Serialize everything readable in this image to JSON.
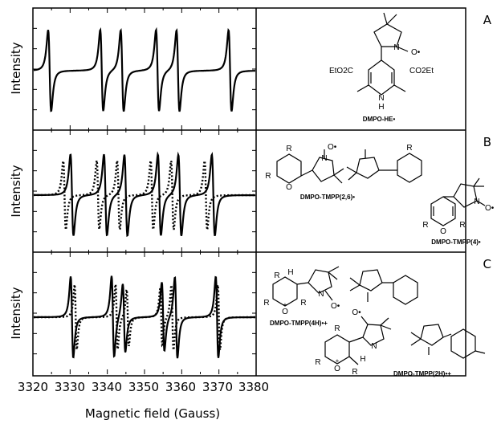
{
  "chart_data": {
    "type": "line",
    "xlabel": "Magnetic field (Gauss)",
    "xlim": [
      3320,
      3380
    ],
    "x_ticks": [
      "3320",
      "3330",
      "3340",
      "3350",
      "3360",
      "3370",
      "3380"
    ],
    "grid": false,
    "panels": [
      {
        "letter": "A",
        "ylabel": "Intensity",
        "series": [
          {
            "style": "solid",
            "centers": [
              3324.5,
              3338.5,
              3344.0,
              3353.5,
              3359.0,
              3373.0
            ],
            "amplitudes": [
              1,
              1,
              1,
              1,
              1,
              1
            ],
            "half_width": 0.7
          }
        ],
        "compounds": [
          {
            "name": "DMPO-HE•",
            "substituents": [
              "EtO2C",
              "CO2Et",
              "N",
              "H",
              "N",
              "O•"
            ]
          }
        ]
      },
      {
        "letter": "B",
        "ylabel": "Intensity",
        "series": [
          {
            "style": "solid",
            "centers": [
              3330.5,
              3339.5,
              3345.0,
              3354.0,
              3359.5,
              3368.5
            ],
            "amplitudes": [
              1,
              1,
              1,
              1,
              1,
              1
            ],
            "half_width": 0.7
          },
          {
            "style": "dotted",
            "centers": [
              3328.5,
              3337.5,
              3343.0,
              3352.0,
              3357.5,
              3366.5
            ],
            "amplitudes": [
              0.85,
              0.85,
              0.85,
              0.85,
              0.85,
              0.85
            ],
            "half_width": 0.6
          }
        ],
        "compounds": [
          {
            "name": "DMPO-TMPP(2,6)•",
            "substituents": [
              "R",
              "R",
              "R",
              "O",
              "N",
              "O•"
            ]
          },
          {
            "name": "DMPO-TMPP(4)•",
            "substituents": [
              "R",
              "R",
              "O",
              "N",
              "O•"
            ]
          }
        ]
      },
      {
        "letter": "C",
        "ylabel": "Intensity",
        "series": [
          {
            "style": "solid",
            "centers": [
              3330.5,
              3341.5,
              3344.5,
              3355.0,
              3358.5,
              3369.5
            ],
            "amplitudes": [
              1,
              1,
              0.85,
              0.85,
              1,
              1
            ],
            "half_width": 0.6
          },
          {
            "style": "dotted",
            "centers": [
              3331.5,
              3342.5,
              3345.5,
              3354.5,
              3357.5,
              3370.0
            ],
            "amplitudes": [
              0.8,
              0.8,
              0.7,
              0.7,
              0.8,
              0.8
            ],
            "half_width": 0.5
          }
        ],
        "compounds": [
          {
            "name": "DMPO-TMPP(4H)•+",
            "substituents": [
              "R",
              "H",
              "R",
              "O",
              "+",
              "R",
              "N",
              "O•"
            ]
          },
          {
            "name": "DMPO-TMPP(2H)•+",
            "substituents": [
              "R",
              "R",
              "O",
              "+",
              "R",
              "H",
              "N",
              "O•"
            ]
          }
        ]
      }
    ]
  }
}
